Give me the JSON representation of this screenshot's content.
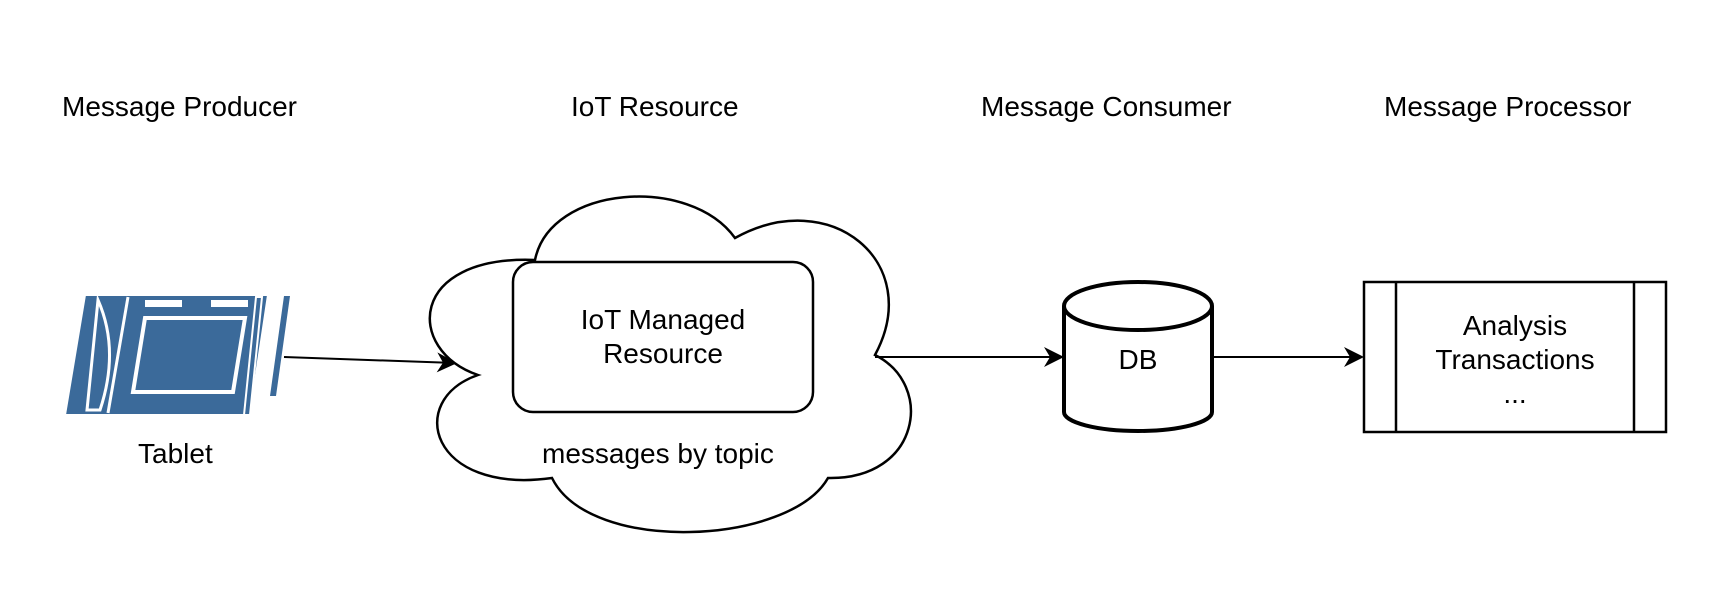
{
  "columns": {
    "producer": "Message Producer",
    "resource": "IoT Resource",
    "consumer": "Message Consumer",
    "processor": "Message Processor"
  },
  "tablet": {
    "label": "Tablet",
    "icon": "tablet-icon",
    "color": "#3b6a9a"
  },
  "cloud": {
    "icon": "cloud-shape",
    "box_line1": "IoT Managed",
    "box_line2": "Resource",
    "caption": "messages by topic"
  },
  "database": {
    "icon": "database-cylinder",
    "label": "DB"
  },
  "process": {
    "line1": "Analysis",
    "line2": "Transactions",
    "line3": "..."
  }
}
